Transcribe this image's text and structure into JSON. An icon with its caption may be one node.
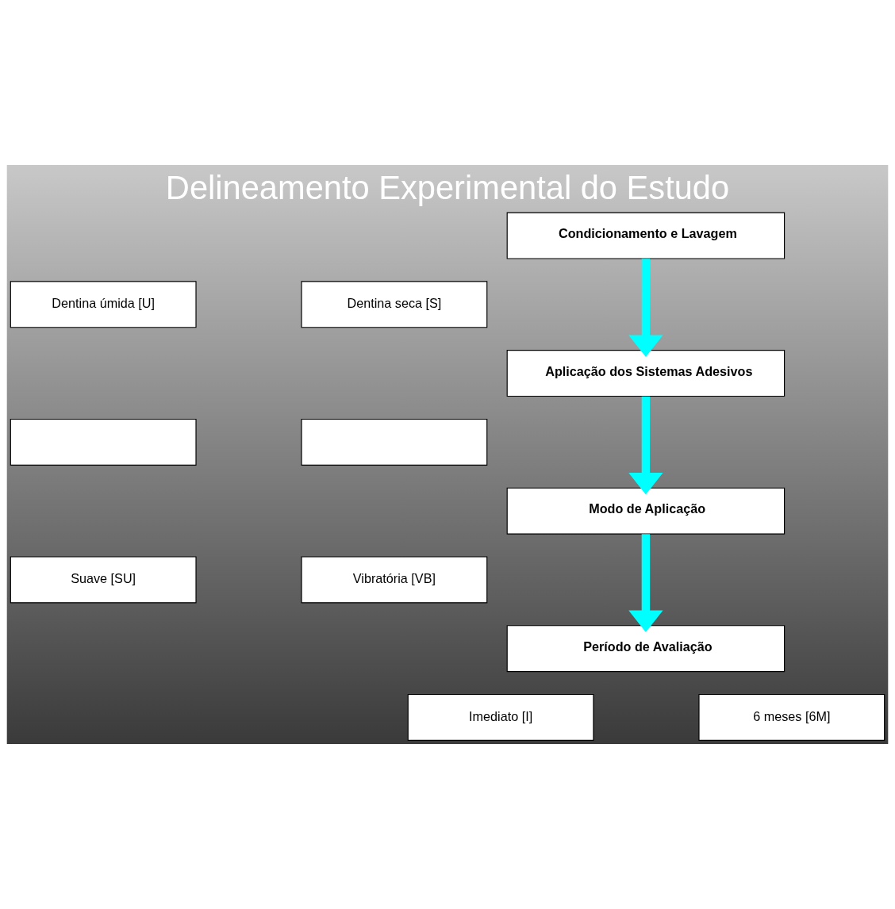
{
  "diagram": {
    "title": "Delineamento Experimental do Estudo",
    "nodes": [
      {
        "text": [
          "Condicionamento e Lavagem"
        ]
      },
      {
        "text": [
          "Dentina úmida [U]"
        ]
      },
      {
        "text": [
          "Dentina seca [S]"
        ]
      },
      {
        "text": [
          "Aplicação dos Sistemas Adesivos"
        ]
      },
      {
        "text": [],
        "shape": "box"
      },
      {
        "text": [],
        "shape": "box"
      },
      {
        "text": [
          "Modo de Aplicação"
        ]
      },
      {
        "text": [
          "Suave [SU]"
        ]
      },
      {
        "text": [
          "Vibratória [VB]"
        ]
      },
      {
        "text": [
          "Período de Avaliação"
        ]
      },
      {
        "text": [
          "Imediato [I]"
        ]
      },
      {
        "text": [
          "6 meses [6M]"
        ]
      }
    ],
    "edges": [
      {
        "from": 0,
        "to": 3,
        "arrow": "to"
      },
      {
        "from": 3,
        "to": 6,
        "arrow": "to"
      },
      {
        "from": 6,
        "to": 9,
        "arrow": "to"
      }
    ]
  }
}
